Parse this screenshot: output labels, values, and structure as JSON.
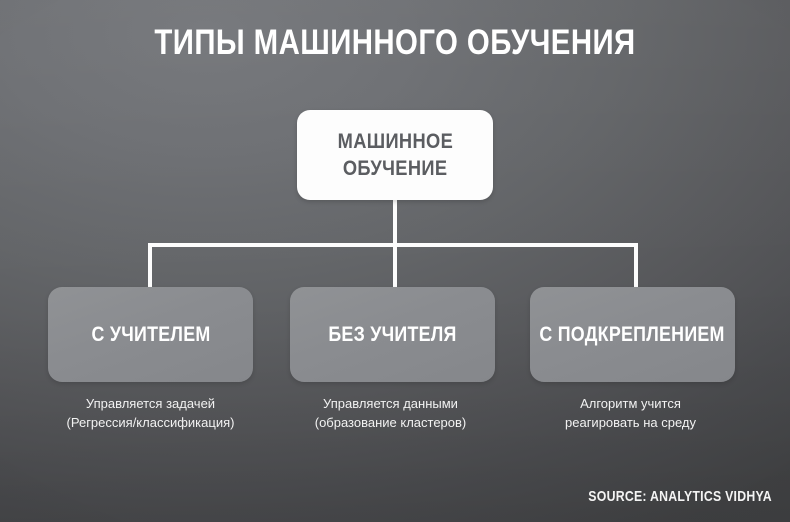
{
  "title": "ТИПЫ МАШИННОГО ОБУЧЕНИЯ",
  "root": {
    "line1": "МАШИННОЕ",
    "line2": "ОБУЧЕНИЕ"
  },
  "branches": [
    {
      "label": "С УЧИТЕЛЕМ",
      "caption_line1": "Управляется задачей",
      "caption_line2": "(Регрессия/классификация)"
    },
    {
      "label": "БЕЗ УЧИТЕЛЯ",
      "caption_line1": "Управляется данными",
      "caption_line2": "(образование кластеров)"
    },
    {
      "label": "С ПОДКРЕПЛЕНИЕМ",
      "caption_line1": "Алгоритм учится",
      "caption_line2": "реагировать на среду"
    }
  ],
  "source": "SOURCE: ANALYTICS VIDHYA",
  "colors": {
    "background_light": "#74767a",
    "background_dark": "#444547",
    "root_box": "#fdfdfd",
    "root_text": "#5b5d61",
    "child_box": "#8a8c90",
    "connector": "#fdfdfd",
    "text_light": "#ffffff"
  }
}
